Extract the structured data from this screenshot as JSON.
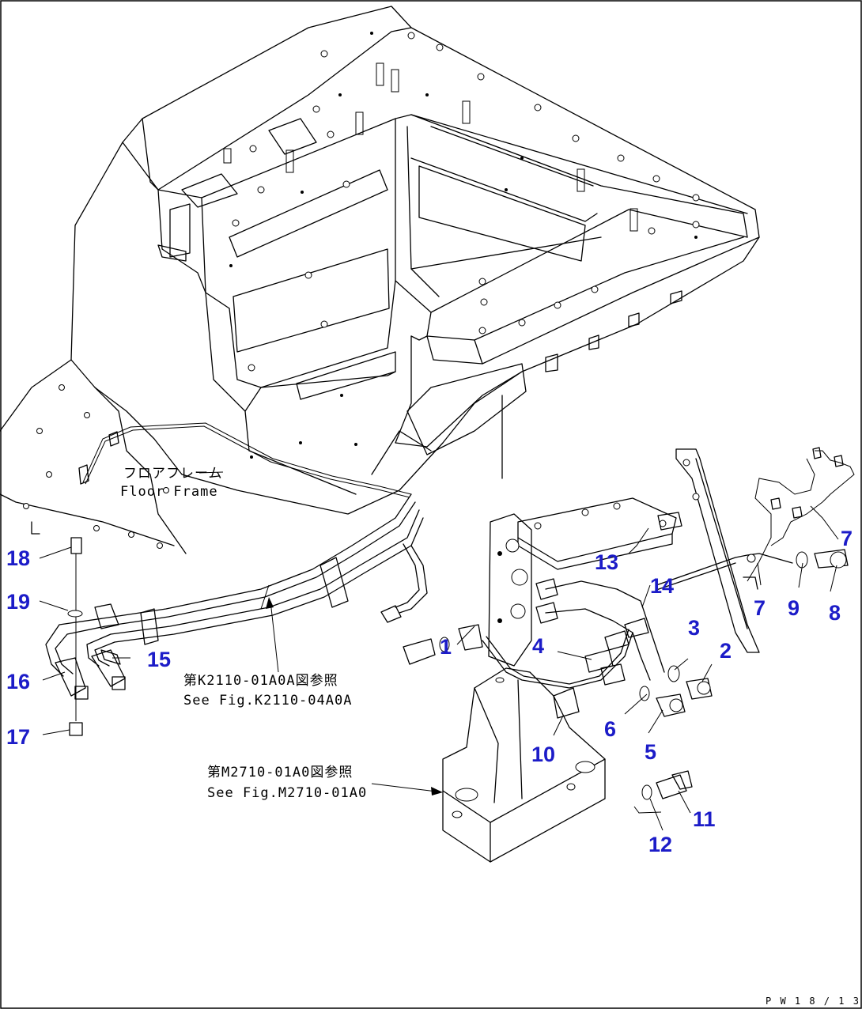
{
  "notes": {
    "floor_frame_jp": "フロアフレーム",
    "floor_frame_en": "Floor Frame",
    "ref1_jp": "第K2110-01A0A図参照",
    "ref1_en": "See Fig.K2110-04A0A",
    "ref2_jp": "第M2710-01A0図参照",
    "ref2_en": "See Fig.M2710-01A0"
  },
  "drawing_code": "P W 1 8 / 1 3",
  "callouts": [
    {
      "id": "1",
      "label": "1"
    },
    {
      "id": "2",
      "label": "2"
    },
    {
      "id": "3",
      "label": "3"
    },
    {
      "id": "4",
      "label": "4"
    },
    {
      "id": "5",
      "label": "5"
    },
    {
      "id": "6",
      "label": "6"
    },
    {
      "id": "7a",
      "label": "7"
    },
    {
      "id": "7b",
      "label": "7"
    },
    {
      "id": "8",
      "label": "8"
    },
    {
      "id": "9",
      "label": "9"
    },
    {
      "id": "10",
      "label": "10"
    },
    {
      "id": "11",
      "label": "11"
    },
    {
      "id": "12",
      "label": "12"
    },
    {
      "id": "13",
      "label": "13"
    },
    {
      "id": "14",
      "label": "14"
    },
    {
      "id": "15",
      "label": "15"
    },
    {
      "id": "16",
      "label": "16"
    },
    {
      "id": "17",
      "label": "17"
    },
    {
      "id": "18",
      "label": "18"
    },
    {
      "id": "19",
      "label": "19"
    }
  ]
}
